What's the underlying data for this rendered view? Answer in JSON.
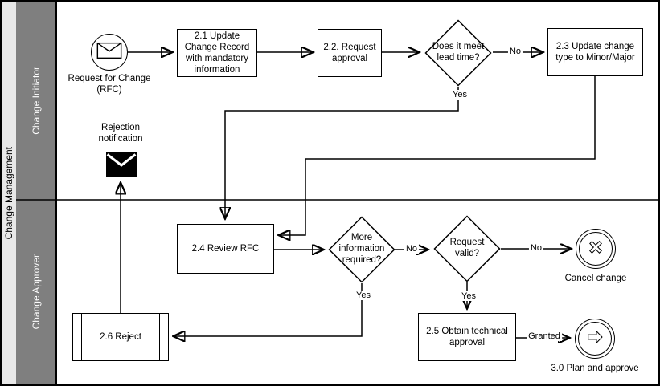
{
  "pool": {
    "label": "Change Management"
  },
  "lanes": [
    {
      "label": "Change Initiator"
    },
    {
      "label": "Change Approver"
    }
  ],
  "colors": {
    "pool_band": "#e8e8e8",
    "lane_band": "#7f7f7f",
    "lane_text": "#ffffff",
    "line": "#000000",
    "background": "#ffffff"
  },
  "nodes": {
    "start_event": {
      "label": "Request for Change (RFC)",
      "icon": "envelope-icon",
      "type": "message-start-event"
    },
    "task_21": {
      "label": "2.1 Update Change Record with mandatory information",
      "type": "task"
    },
    "task_22": {
      "label": "2.2. Request approval",
      "type": "task"
    },
    "gateway_lead_time": {
      "label": "Does it meet lead time?",
      "type": "gateway"
    },
    "task_23": {
      "label": "2.3 Update change type to Minor/Major",
      "type": "task"
    },
    "rejection_notification": {
      "label": "Rejection notification",
      "icon": "envelope-filled-icon",
      "type": "message"
    },
    "task_24": {
      "label": "2.4 Review RFC",
      "type": "task"
    },
    "gateway_more_info": {
      "label": "More information required?",
      "type": "gateway"
    },
    "gateway_request_valid": {
      "label": "Request valid?",
      "type": "gateway"
    },
    "cancel_event": {
      "label": "Cancel change",
      "icon": "cancel-x-icon",
      "type": "end-event"
    },
    "task_25": {
      "label": "2.5 Obtain technical approval",
      "type": "task"
    },
    "plan_event": {
      "label": "3.0 Plan and approve",
      "icon": "arrow-right-icon",
      "type": "intermediate-event"
    },
    "task_26": {
      "label": "2.6 Reject",
      "type": "subprocess-task"
    }
  },
  "edge_labels": {
    "lead_time_no": "No",
    "lead_time_yes": "Yes",
    "more_info_no": "No",
    "more_info_yes": "Yes",
    "request_valid_no": "No",
    "request_valid_yes": "Yes",
    "granted": "Granted"
  }
}
